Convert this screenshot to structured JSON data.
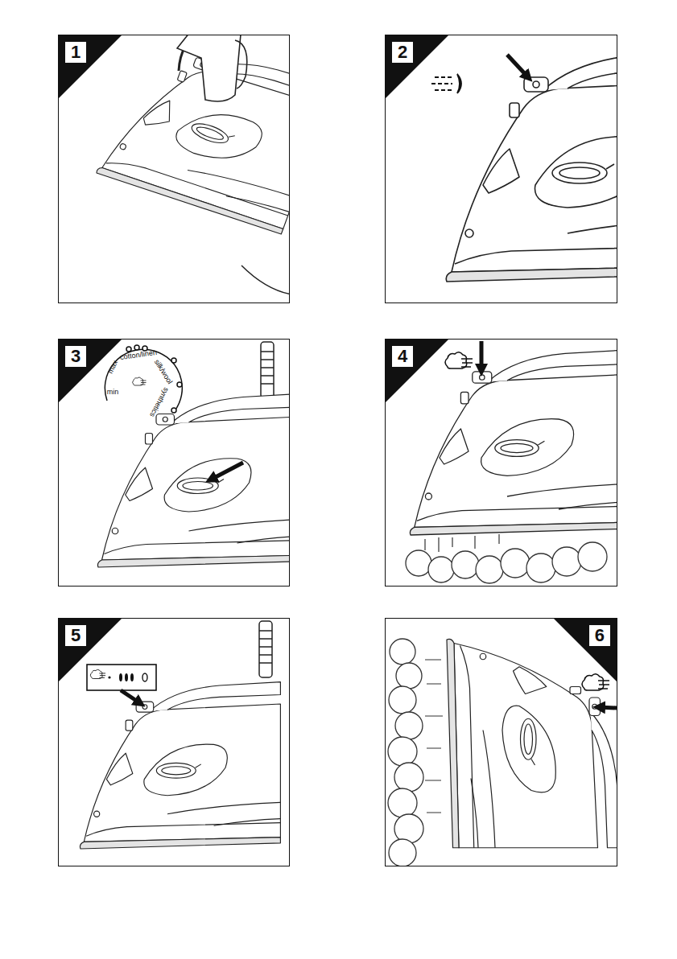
{
  "diagram": {
    "nodes": [
      {
        "text": [
          "1"
        ]
      },
      {
        "text": [
          "2"
        ]
      },
      {
        "text": [
          "3"
        ]
      },
      {
        "text": [
          "4"
        ]
      },
      {
        "text": [
          "5"
        ]
      },
      {
        "text": [
          "6"
        ]
      }
    ],
    "labels": [
      "max",
      "cotton/linen",
      "silk/wool",
      "synthetics",
      "min"
    ]
  }
}
